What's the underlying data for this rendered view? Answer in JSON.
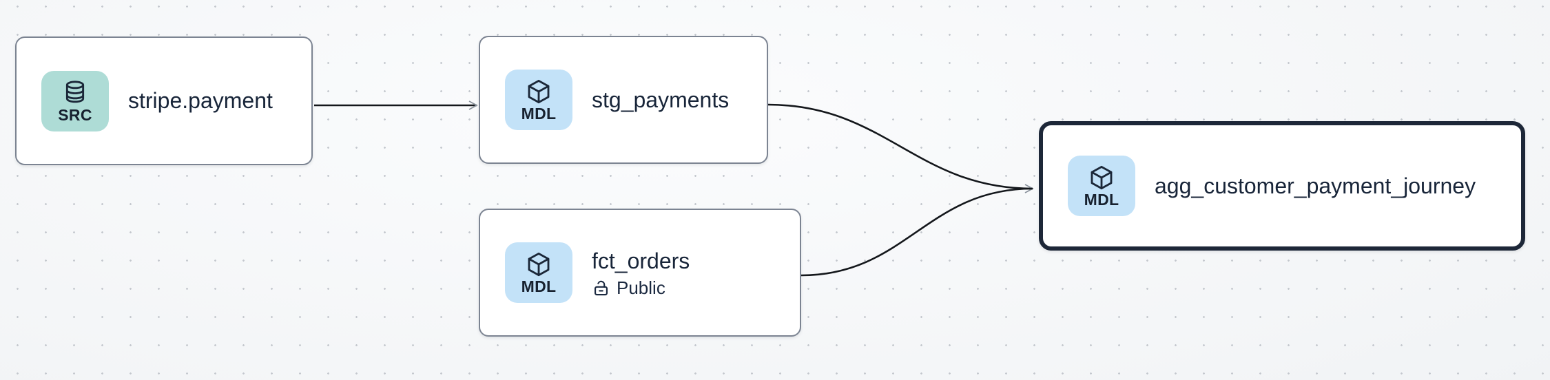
{
  "app": {
    "view": "data-lineage-graph"
  },
  "nodes": [
    {
      "id": "stripe.payment",
      "label": "stripe.payment",
      "badge": "SRC",
      "type": "source",
      "icon": "database-icon",
      "selected": false
    },
    {
      "id": "stg_payments",
      "label": "stg_payments",
      "badge": "MDL",
      "type": "model",
      "icon": "cube-icon",
      "selected": false
    },
    {
      "id": "fct_orders",
      "label": "fct_orders",
      "badge": "MDL",
      "type": "model",
      "icon": "cube-icon",
      "access": "Public",
      "access_icon": "unlock-icon",
      "selected": false
    },
    {
      "id": "agg_customer_payment_journey",
      "label": "agg_customer_payment_journey",
      "badge": "MDL",
      "type": "model",
      "icon": "cube-icon",
      "selected": true
    }
  ],
  "edges": [
    {
      "from": "stripe.payment",
      "to": "stg_payments"
    },
    {
      "from": "stg_payments",
      "to": "agg_customer_payment_journey"
    },
    {
      "from": "fct_orders",
      "to": "agg_customer_payment_journey"
    }
  ],
  "colors": {
    "source_badge_bg": "#aedcd6",
    "model_badge_bg": "#c3e2f8",
    "node_bg": "#ffffff",
    "node_border": "#7c8492",
    "selected_node_border": "#1d2738",
    "node_text": "#182539",
    "edge_line": "#14171b",
    "arrowhead": "#8a929c",
    "canvas_dot": "#c4c8ce",
    "canvas_bg": "#f2f4f6"
  }
}
